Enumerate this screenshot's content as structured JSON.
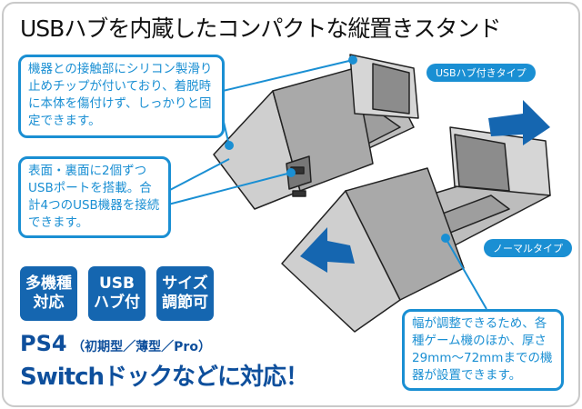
{
  "title": "USBハブを内蔵したコンパクトな縦置きスタンド",
  "callouts": {
    "silicone": "機器との接触部にシリコン製滑り止めチップが付いており、着脱時に本体を傷付けず、しっかりと固定できます。",
    "usb": "表面・裏面に2個ずつUSBポートを搭載。合計4つのUSB機器を接続できます。",
    "width": "幅が調整できるため、各種ゲーム機のほか、厚さ29mm〜72mmまでの機器が設置できます。"
  },
  "tags": {
    "usb_type": "USBハブ付きタイプ",
    "normal_type": "ノーマルタイプ"
  },
  "badges": [
    {
      "l1": "多機種",
      "l2": "対応"
    },
    {
      "l1": "USB",
      "l2": "ハブ付"
    },
    {
      "l1": "サイズ",
      "l2": "調節可"
    }
  ],
  "compat": {
    "ps4": "PS4",
    "models": "（初期型／薄型／Pro）",
    "switch": "Switchドックなどに対応！"
  },
  "colors": {
    "accent": "#1a8fd3",
    "badge": "#1566b0",
    "text_blue": "#0e4f9c"
  }
}
